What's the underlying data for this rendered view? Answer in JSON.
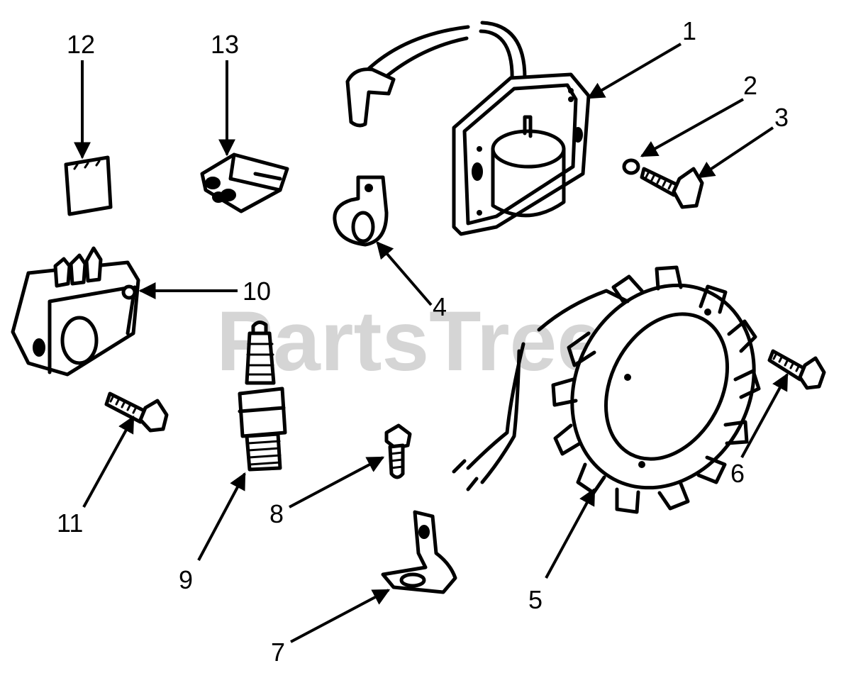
{
  "watermark": "PartsTree",
  "callouts": {
    "c1": "1",
    "c2": "2",
    "c3": "3",
    "c4": "4",
    "c5": "5",
    "c6": "6",
    "c7": "7",
    "c8": "8",
    "c9": "9",
    "c10": "10",
    "c11": "11",
    "c12": "12",
    "c13": "13"
  },
  "colors": {
    "ink": "#000000",
    "paper": "#ffffff",
    "watermark": "#c8c8c8"
  }
}
